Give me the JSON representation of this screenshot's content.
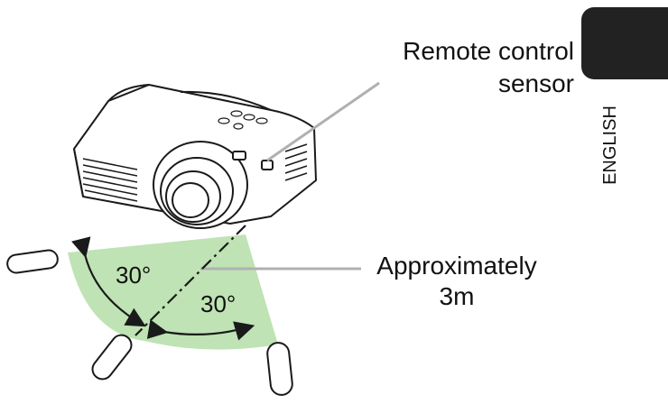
{
  "labels": {
    "sensor_line1": "Remote control",
    "sensor_line2": "sensor",
    "distance_line1": "Approximately",
    "distance_line2": "3m",
    "angle_left": "30°",
    "angle_right": "30°",
    "language_tab": "ENGLISH"
  },
  "colors": {
    "reception_area": "#bfe3b4",
    "outline": "#1a1a1a",
    "leader_line": "#b0b0b0",
    "tab": "#222222"
  },
  "icons": {
    "device": "projector-icon",
    "remote": "remote-control-icon"
  }
}
